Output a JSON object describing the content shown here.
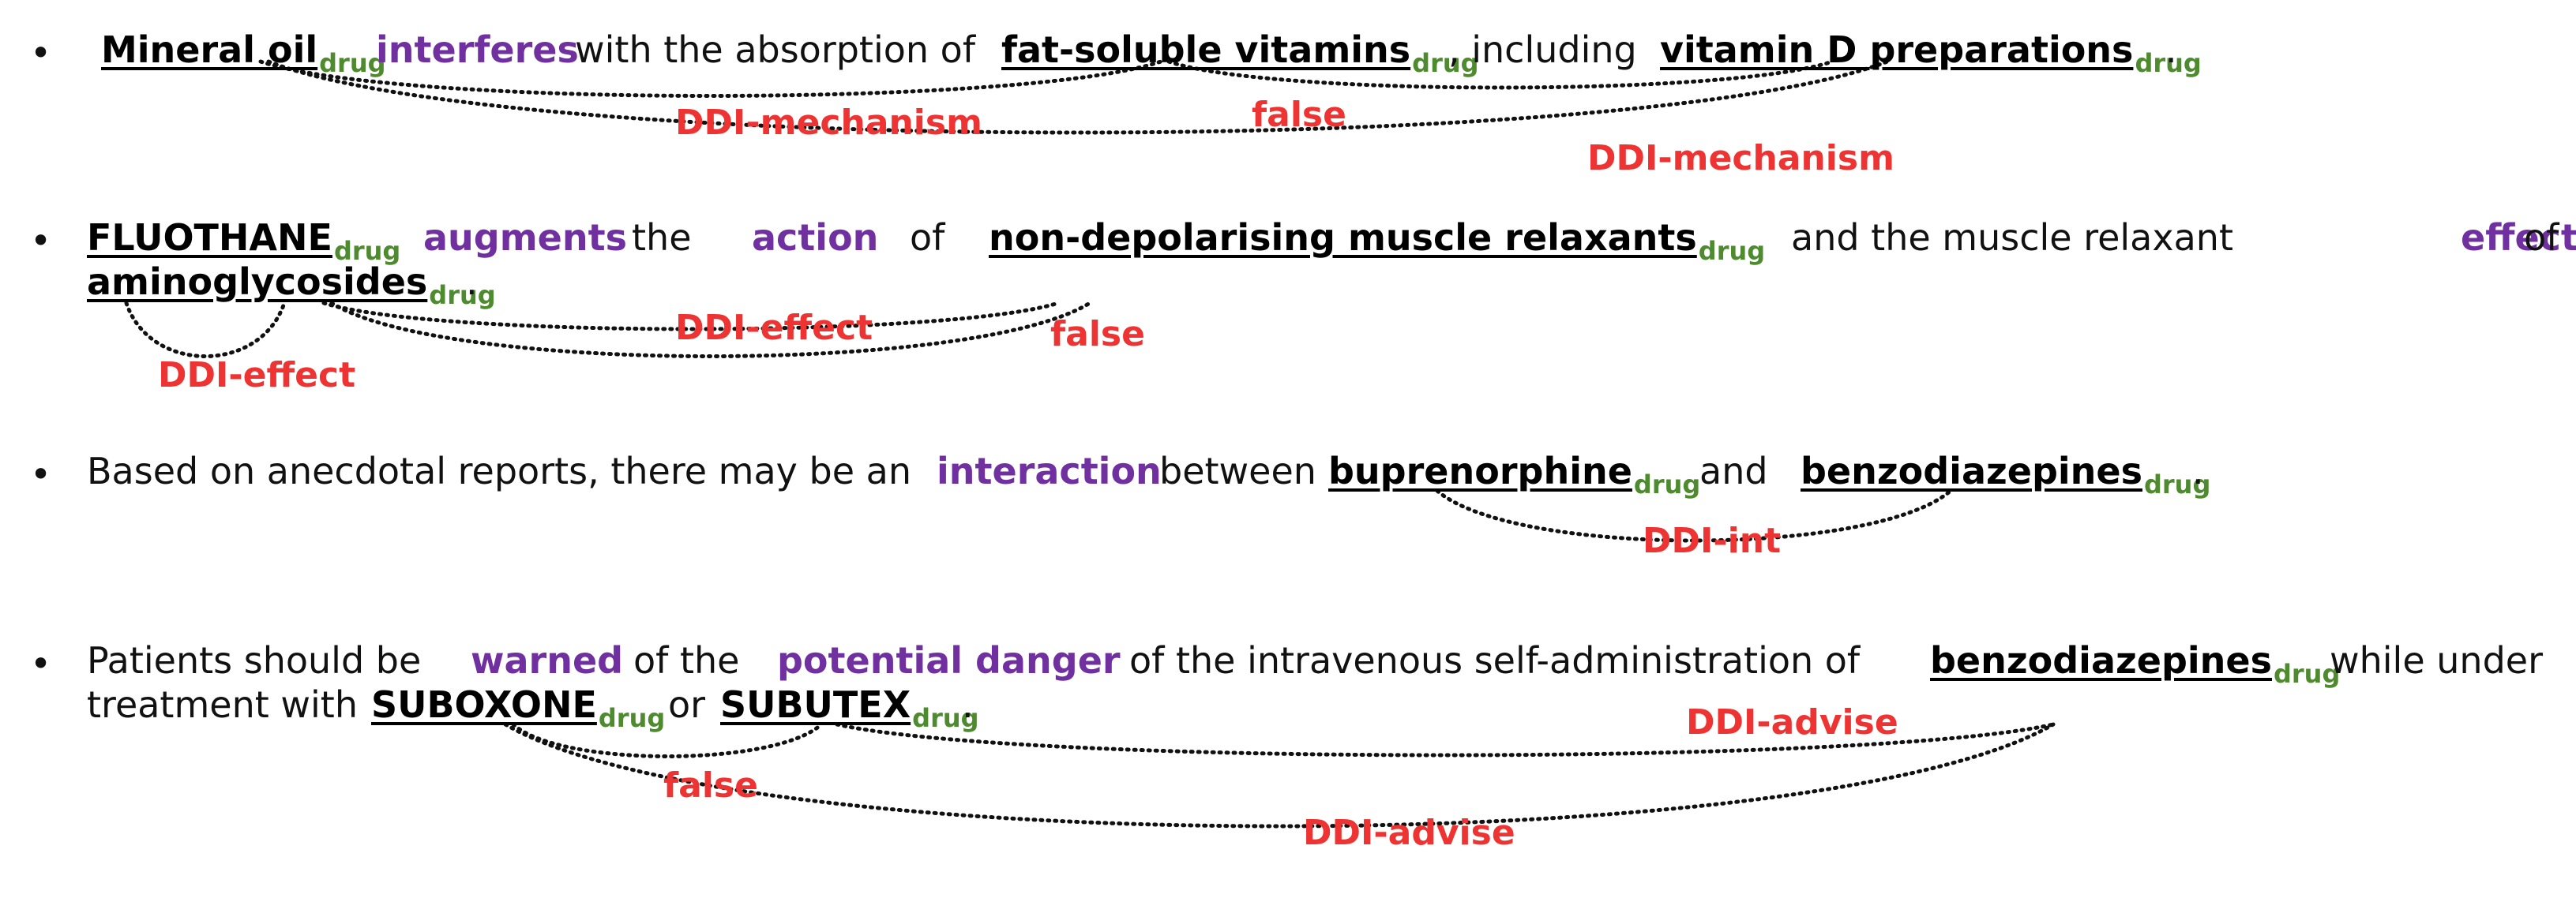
{
  "colors": {
    "trigger": "#7030A0",
    "relation": "#EE3333",
    "drug_tag": "#4E8A2E",
    "text": "#111111"
  },
  "bullet_glyph": "•",
  "drug_tag": "drug",
  "sentences": [
    {
      "tokens": [
        {
          "t": "Mineral oil",
          "k": "drug"
        },
        {
          "t": "interferes",
          "k": "trig"
        },
        {
          "t": "with the absorption of",
          "k": "w"
        },
        {
          "t": "fat-soluble vitamins",
          "k": "drug"
        },
        {
          "t": ", including",
          "k": "w"
        },
        {
          "t": "vitamin D preparations",
          "k": "drug"
        },
        {
          "t": ".",
          "k": "w"
        }
      ],
      "relations": [
        {
          "label": "DDI-mechanism"
        },
        {
          "label": "false"
        },
        {
          "label": "DDI-mechanism"
        }
      ]
    },
    {
      "tokens": [
        {
          "t": "FLUOTHANE",
          "k": "drug"
        },
        {
          "t": "augments",
          "k": "trig"
        },
        {
          "t": "the",
          "k": "w"
        },
        {
          "t": "action",
          "k": "trig"
        },
        {
          "t": "of",
          "k": "w"
        },
        {
          "t": "non-depolarising muscle relaxants",
          "k": "drug"
        },
        {
          "t": "and the muscle relaxant",
          "k": "w"
        },
        {
          "t": "effects",
          "k": "trig"
        },
        {
          "t": "of",
          "k": "w"
        },
        {
          "t": "aminoglycosides",
          "k": "drug"
        },
        {
          "t": ".",
          "k": "w"
        }
      ],
      "relations": [
        {
          "label": "DDI-effect"
        },
        {
          "label": "false"
        },
        {
          "label": "DDI-effect"
        }
      ]
    },
    {
      "tokens": [
        {
          "t": "Based on anecdotal reports, there may be an",
          "k": "w"
        },
        {
          "t": "interaction",
          "k": "trig"
        },
        {
          "t": "between",
          "k": "w"
        },
        {
          "t": "buprenorphine",
          "k": "drug"
        },
        {
          "t": "and",
          "k": "w"
        },
        {
          "t": "benzodiazepines",
          "k": "drug"
        },
        {
          "t": ".",
          "k": "w"
        }
      ],
      "relations": [
        {
          "label": "DDI-int"
        }
      ]
    },
    {
      "tokens": [
        {
          "t": "Patients should be",
          "k": "w"
        },
        {
          "t": "warned",
          "k": "trig"
        },
        {
          "t": "of the",
          "k": "w"
        },
        {
          "t": "potential danger",
          "k": "trig"
        },
        {
          "t": "of the intravenous self-administration of",
          "k": "w"
        },
        {
          "t": "benzodiazepines",
          "k": "drug"
        },
        {
          "t": "while under",
          "k": "w"
        },
        {
          "t": "treatment with",
          "k": "w"
        },
        {
          "t": "SUBOXONE",
          "k": "drug"
        },
        {
          "t": "or",
          "k": "w"
        },
        {
          "t": "SUBUTEX",
          "k": "drug"
        },
        {
          "t": ".",
          "k": "w"
        }
      ],
      "relations": [
        {
          "label": "DDI-advise"
        },
        {
          "label": "false"
        },
        {
          "label": "DDI-advise"
        }
      ]
    }
  ]
}
